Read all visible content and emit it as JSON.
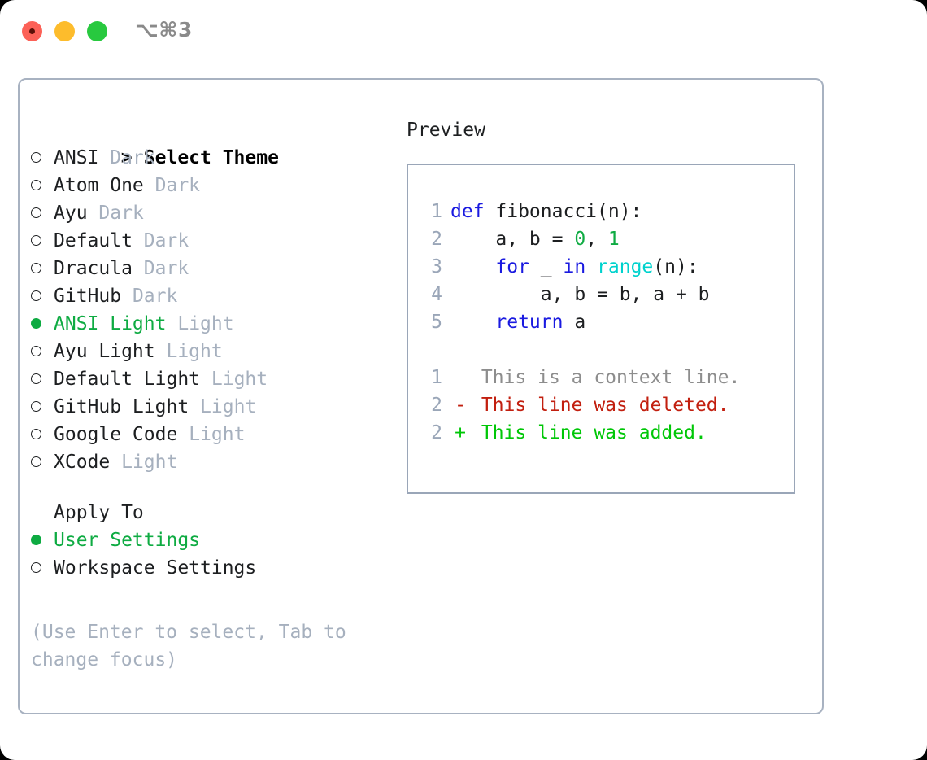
{
  "window": {
    "traffic_lights": [
      {
        "name": "close",
        "color": "#fc6157"
      },
      {
        "name": "minimize",
        "color": "#fdbc2c"
      },
      {
        "name": "zoom",
        "color": "#28c93f"
      }
    ],
    "shortcut": "⌥⌘3"
  },
  "theme_picker": {
    "header_marker": ">",
    "header_label": "Select Theme",
    "themes": [
      {
        "name": "ANSI",
        "variant": "Dark",
        "selected": false
      },
      {
        "name": "Atom One",
        "variant": "Dark",
        "selected": false
      },
      {
        "name": "Ayu",
        "variant": "Dark",
        "selected": false
      },
      {
        "name": "Default",
        "variant": "Dark",
        "selected": false
      },
      {
        "name": "Dracula",
        "variant": "Dark",
        "selected": false
      },
      {
        "name": "GitHub",
        "variant": "Dark",
        "selected": false
      },
      {
        "name": "ANSI Light",
        "variant": "Light",
        "selected": true
      },
      {
        "name": "Ayu Light",
        "variant": "Light",
        "selected": false
      },
      {
        "name": "Default Light",
        "variant": "Light",
        "selected": false
      },
      {
        "name": "GitHub Light",
        "variant": "Light",
        "selected": false
      },
      {
        "name": "Google Code",
        "variant": "Light",
        "selected": false
      },
      {
        "name": "XCode",
        "variant": "Light",
        "selected": false
      }
    ]
  },
  "apply_to": {
    "label": "Apply To",
    "options": [
      {
        "label": "User Settings",
        "selected": true
      },
      {
        "label": "Workspace Settings",
        "selected": false
      }
    ]
  },
  "hint": "(Use Enter to select, Tab to change focus)",
  "preview": {
    "title": "Preview",
    "code_lines": [
      {
        "number": "1",
        "tokens": [
          {
            "text": "def",
            "kind": "kw"
          },
          {
            "text": " fibonacci(n):",
            "kind": "txt"
          }
        ]
      },
      {
        "number": "2",
        "tokens": [
          {
            "text": "    a, b = ",
            "kind": "txt"
          },
          {
            "text": "0",
            "kind": "num"
          },
          {
            "text": ", ",
            "kind": "txt"
          },
          {
            "text": "1",
            "kind": "num"
          }
        ]
      },
      {
        "number": "3",
        "tokens": [
          {
            "text": "    ",
            "kind": "txt"
          },
          {
            "text": "for",
            "kind": "kw"
          },
          {
            "text": " _ ",
            "kind": "txt"
          },
          {
            "text": "in",
            "kind": "kw"
          },
          {
            "text": " ",
            "kind": "txt"
          },
          {
            "text": "range",
            "kind": "fn"
          },
          {
            "text": "(n):",
            "kind": "txt"
          }
        ]
      },
      {
        "number": "4",
        "tokens": [
          {
            "text": "        a, b = b, a + b",
            "kind": "txt"
          }
        ]
      },
      {
        "number": "5",
        "tokens": [
          {
            "text": "    ",
            "kind": "txt"
          },
          {
            "text": "return",
            "kind": "kw"
          },
          {
            "text": " a",
            "kind": "txt"
          }
        ]
      }
    ],
    "diff_lines": [
      {
        "number": "1",
        "mark": " ",
        "text": "This is a context line.",
        "kind": "ctx"
      },
      {
        "number": "2",
        "mark": "-",
        "text": "This line was deleted.",
        "kind": "del"
      },
      {
        "number": "2",
        "mark": "+",
        "text": "This line was added.",
        "kind": "add"
      }
    ]
  },
  "colors": {
    "accent_green": "#0eab42",
    "muted": "#a6b0be",
    "keyword_blue": "#1a1ae0",
    "function_cyan": "#00d2cd",
    "number_green": "#0eab42",
    "diff_delete_red": "#c21f0f",
    "diff_add_green": "#00c707",
    "border": "#a8b2c1"
  }
}
